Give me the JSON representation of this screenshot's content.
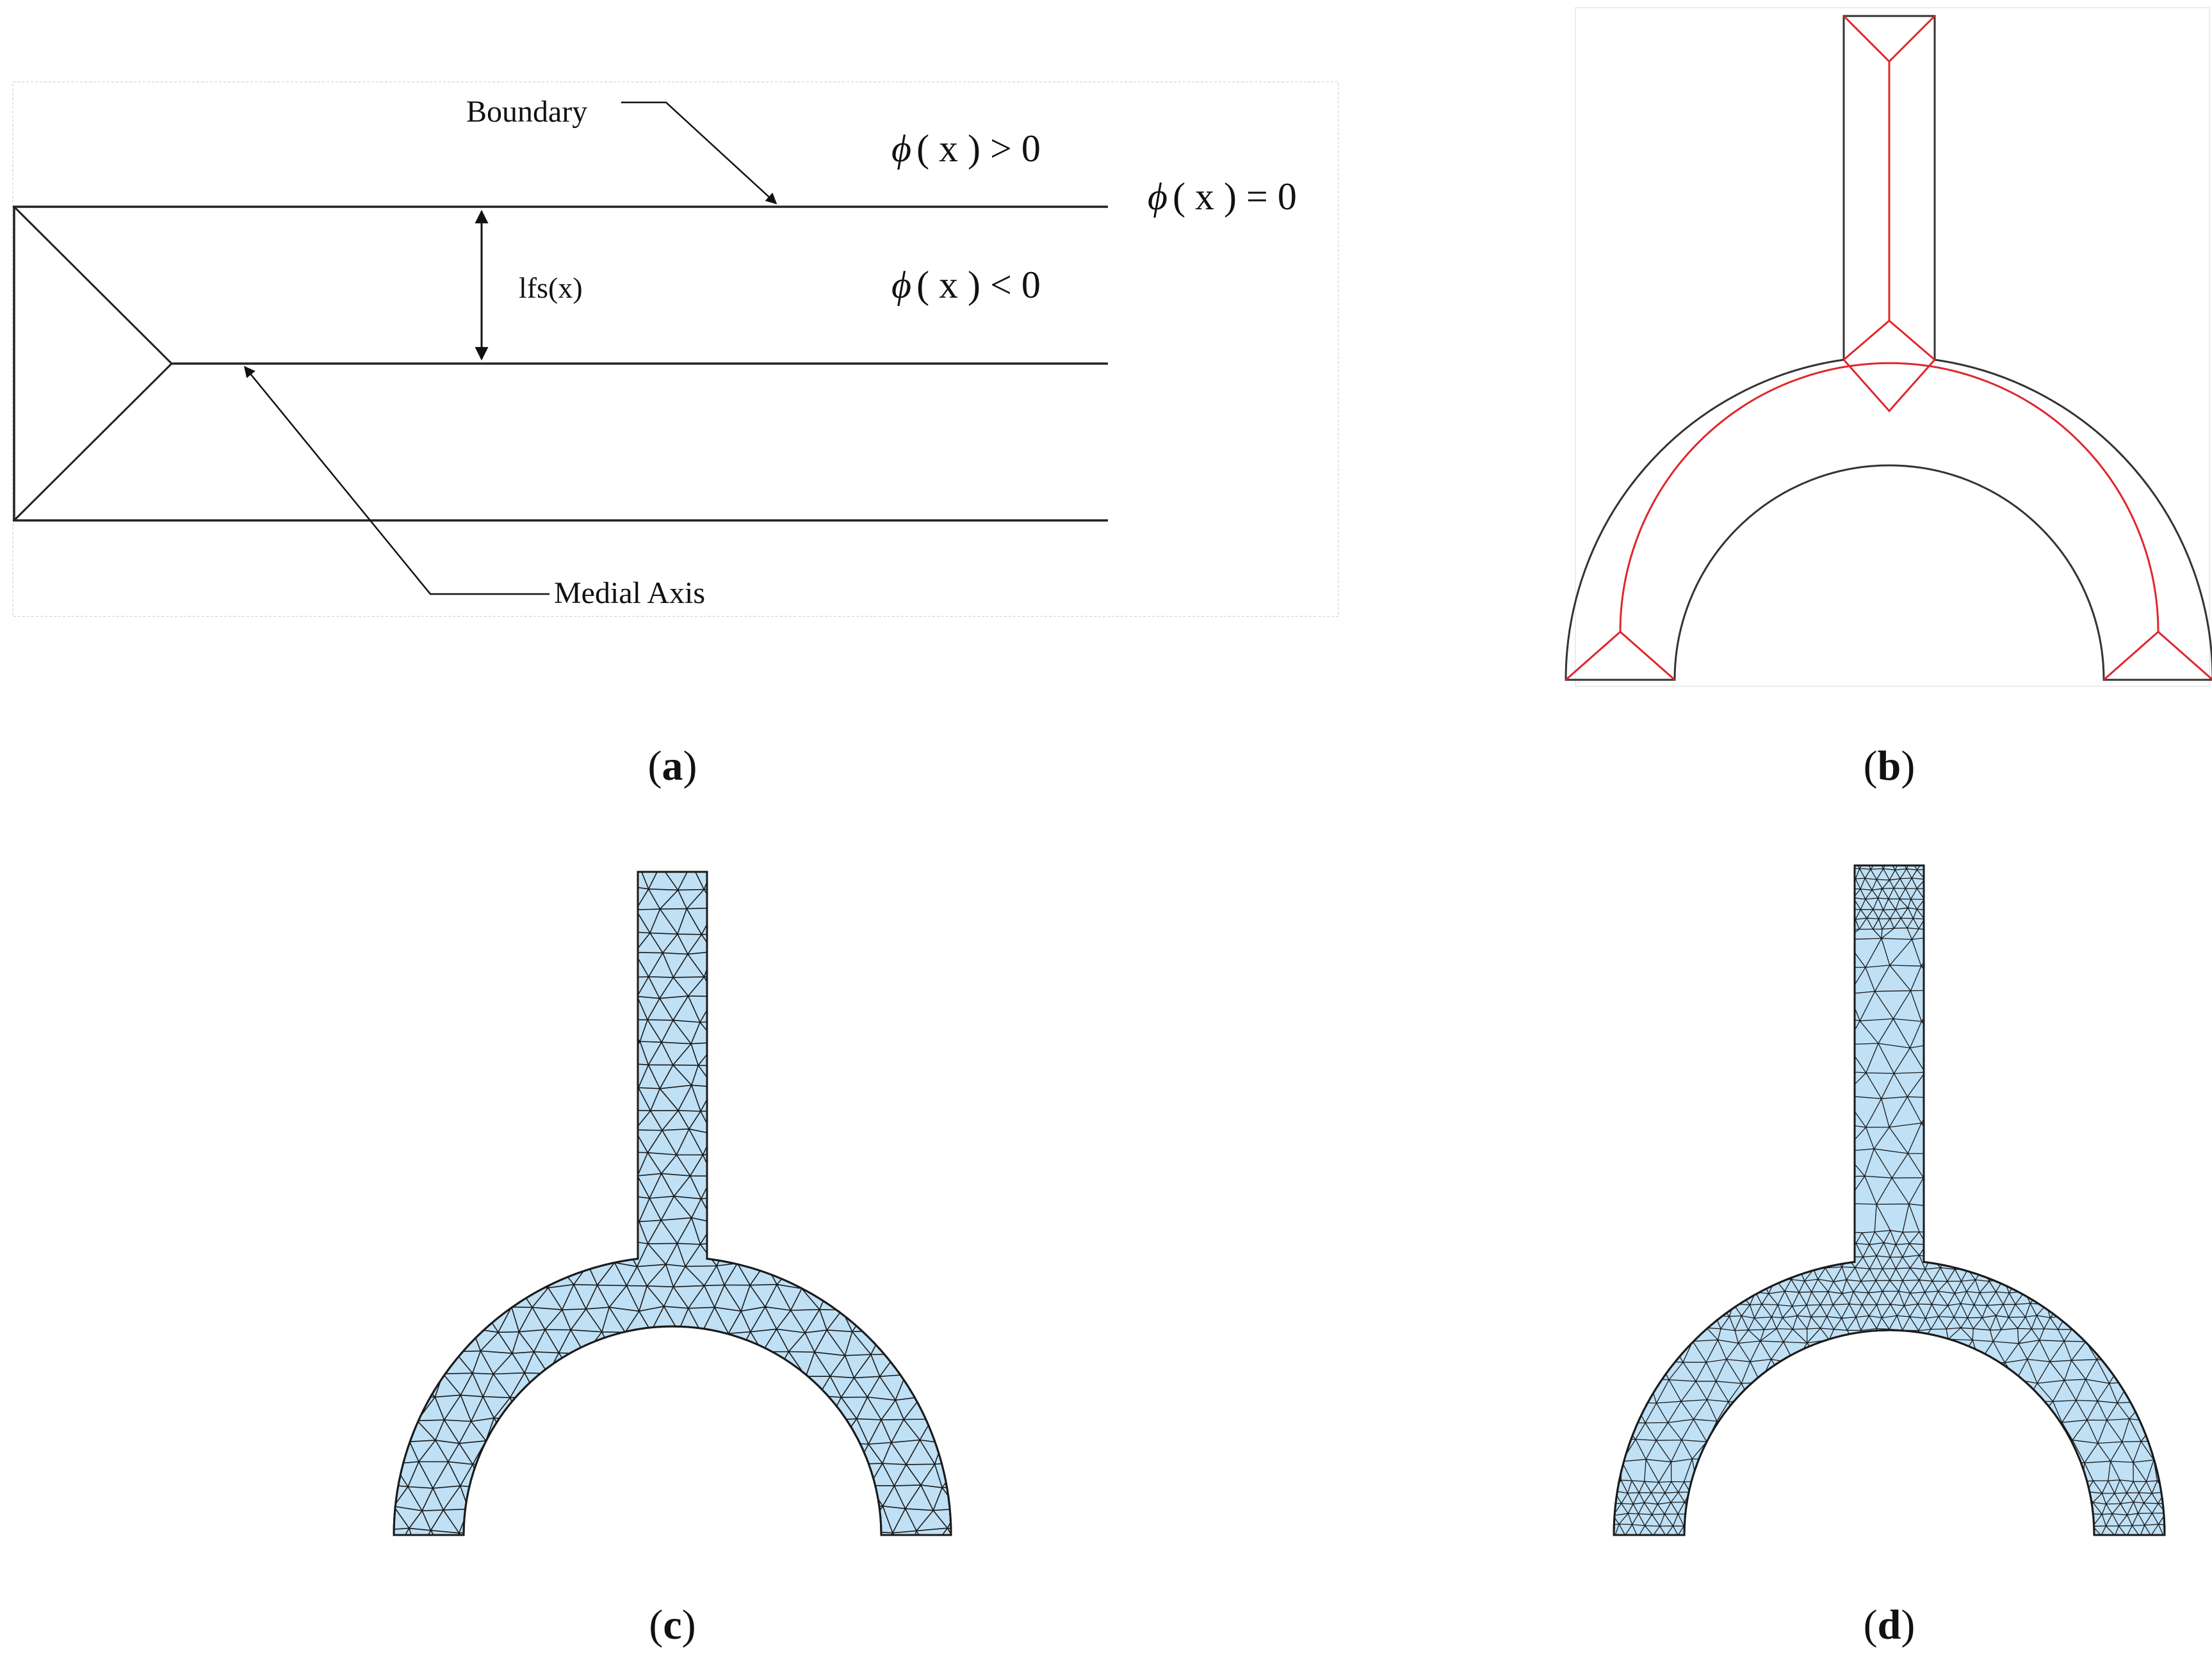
{
  "panel_a": {
    "boundary_label": "Boundary",
    "medial_axis_label": "Medial Axis",
    "lfs_label": "lfs(x)",
    "phi_symbol": "ϕ",
    "eq_outside_rest": "( x ) > 0",
    "eq_on_rest": "( x ) = 0",
    "eq_inside_rest": "( x ) < 0"
  },
  "captions": {
    "a_open": "(",
    "a_letter": "a",
    "a_close": ")",
    "b_open": "(",
    "b_letter": "b",
    "b_close": ")",
    "c_open": "(",
    "c_letter": "c",
    "c_close": ")",
    "d_open": "(",
    "d_letter": "d",
    "d_close": ")"
  },
  "colors": {
    "line": "#2b2b2b",
    "medial_red": "#e0262b",
    "mesh_fill": "#bfe0f5",
    "mesh_edge": "#1a1a1a"
  }
}
